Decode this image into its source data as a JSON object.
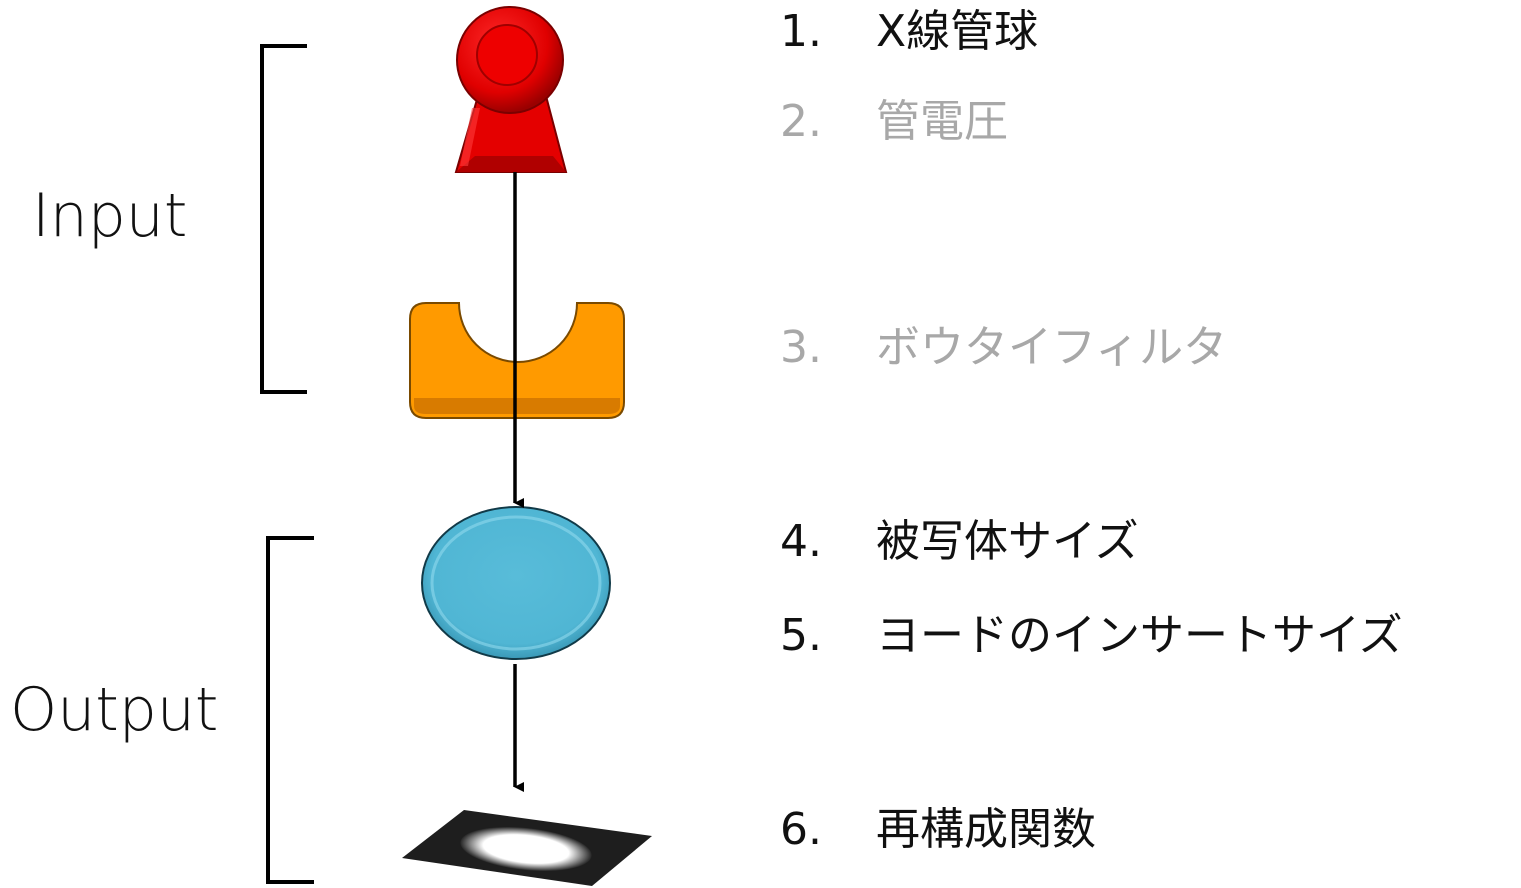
{
  "groups": {
    "input_label": "Input",
    "output_label": "Output"
  },
  "parameters": [
    {
      "number": "1.",
      "text": "X線管球",
      "dimmed": false
    },
    {
      "number": "2.",
      "text": "管電圧",
      "dimmed": true
    },
    {
      "number": "3.",
      "text": "ボウタイフィルタ",
      "dimmed": true
    },
    {
      "number": "4.",
      "text": "被写体サイズ",
      "dimmed": false
    },
    {
      "number": "5.",
      "text": "ヨードのインサートサイズ",
      "dimmed": false
    },
    {
      "number": "6.",
      "text": "再構成関数",
      "dimmed": false
    }
  ],
  "icons": {
    "tube": "x-ray-tube-icon",
    "filter": "bowtie-filter-icon",
    "phantom": "phantom-ellipse-icon",
    "image": "reconstructed-image-icon"
  },
  "colors": {
    "tube": "#e00000",
    "filter": "#ff9a00",
    "phantom": "#52b8d6",
    "text": "#111111",
    "dimmed_text": "#a8a8a8"
  }
}
